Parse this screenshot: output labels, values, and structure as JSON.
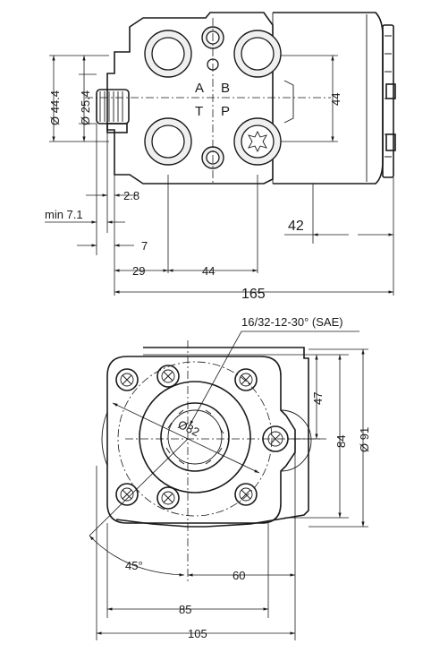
{
  "ports": {
    "a": "A",
    "b": "B",
    "t": "T",
    "p": "P"
  },
  "top_view": {
    "dim_d44_4": "Ø 44.4",
    "dim_d25_4": "Ø 25.4",
    "dim_2_8": "2.8",
    "dim_min_7_1": "min 7.1",
    "dim_7": "7",
    "dim_29": "29",
    "dim_44_bottom": "44",
    "dim_44_right": "44",
    "dim_42": "42",
    "dim_165": "165"
  },
  "front_view": {
    "spline_spec": "16/32-12-30° (SAE)",
    "dim_d82": "Ø82",
    "dim_47": "47",
    "dim_84": "84",
    "dim_d91": "Ø 91",
    "dim_45deg": "45°",
    "dim_60": "60",
    "dim_85": "85",
    "dim_105": "105"
  }
}
